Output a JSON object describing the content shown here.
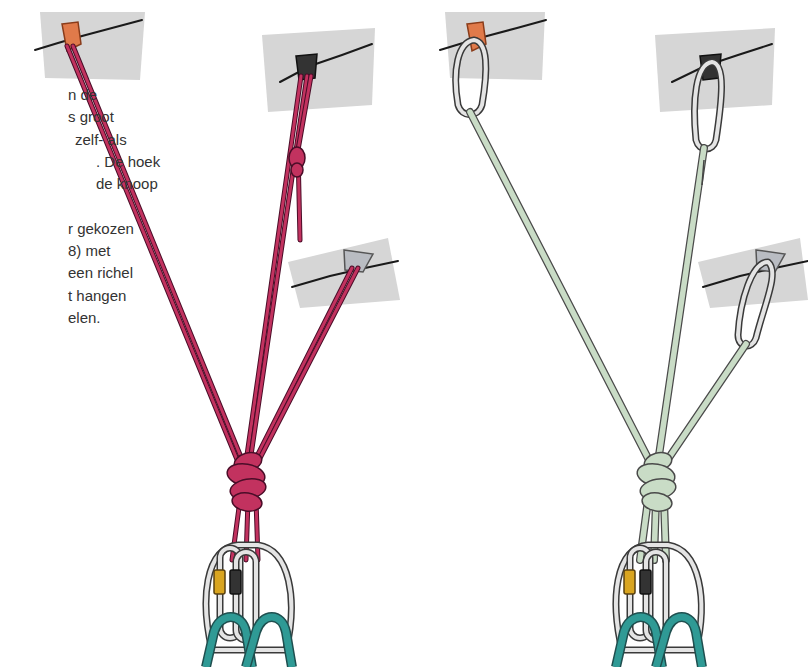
{
  "diagram": {
    "labels": [
      "n de",
      "s groot",
      "zelf- als",
      ". De hoek",
      "de knoop",
      "r gekozen",
      "8) met",
      "een richel",
      "t hangen",
      "elen."
    ]
  }
}
